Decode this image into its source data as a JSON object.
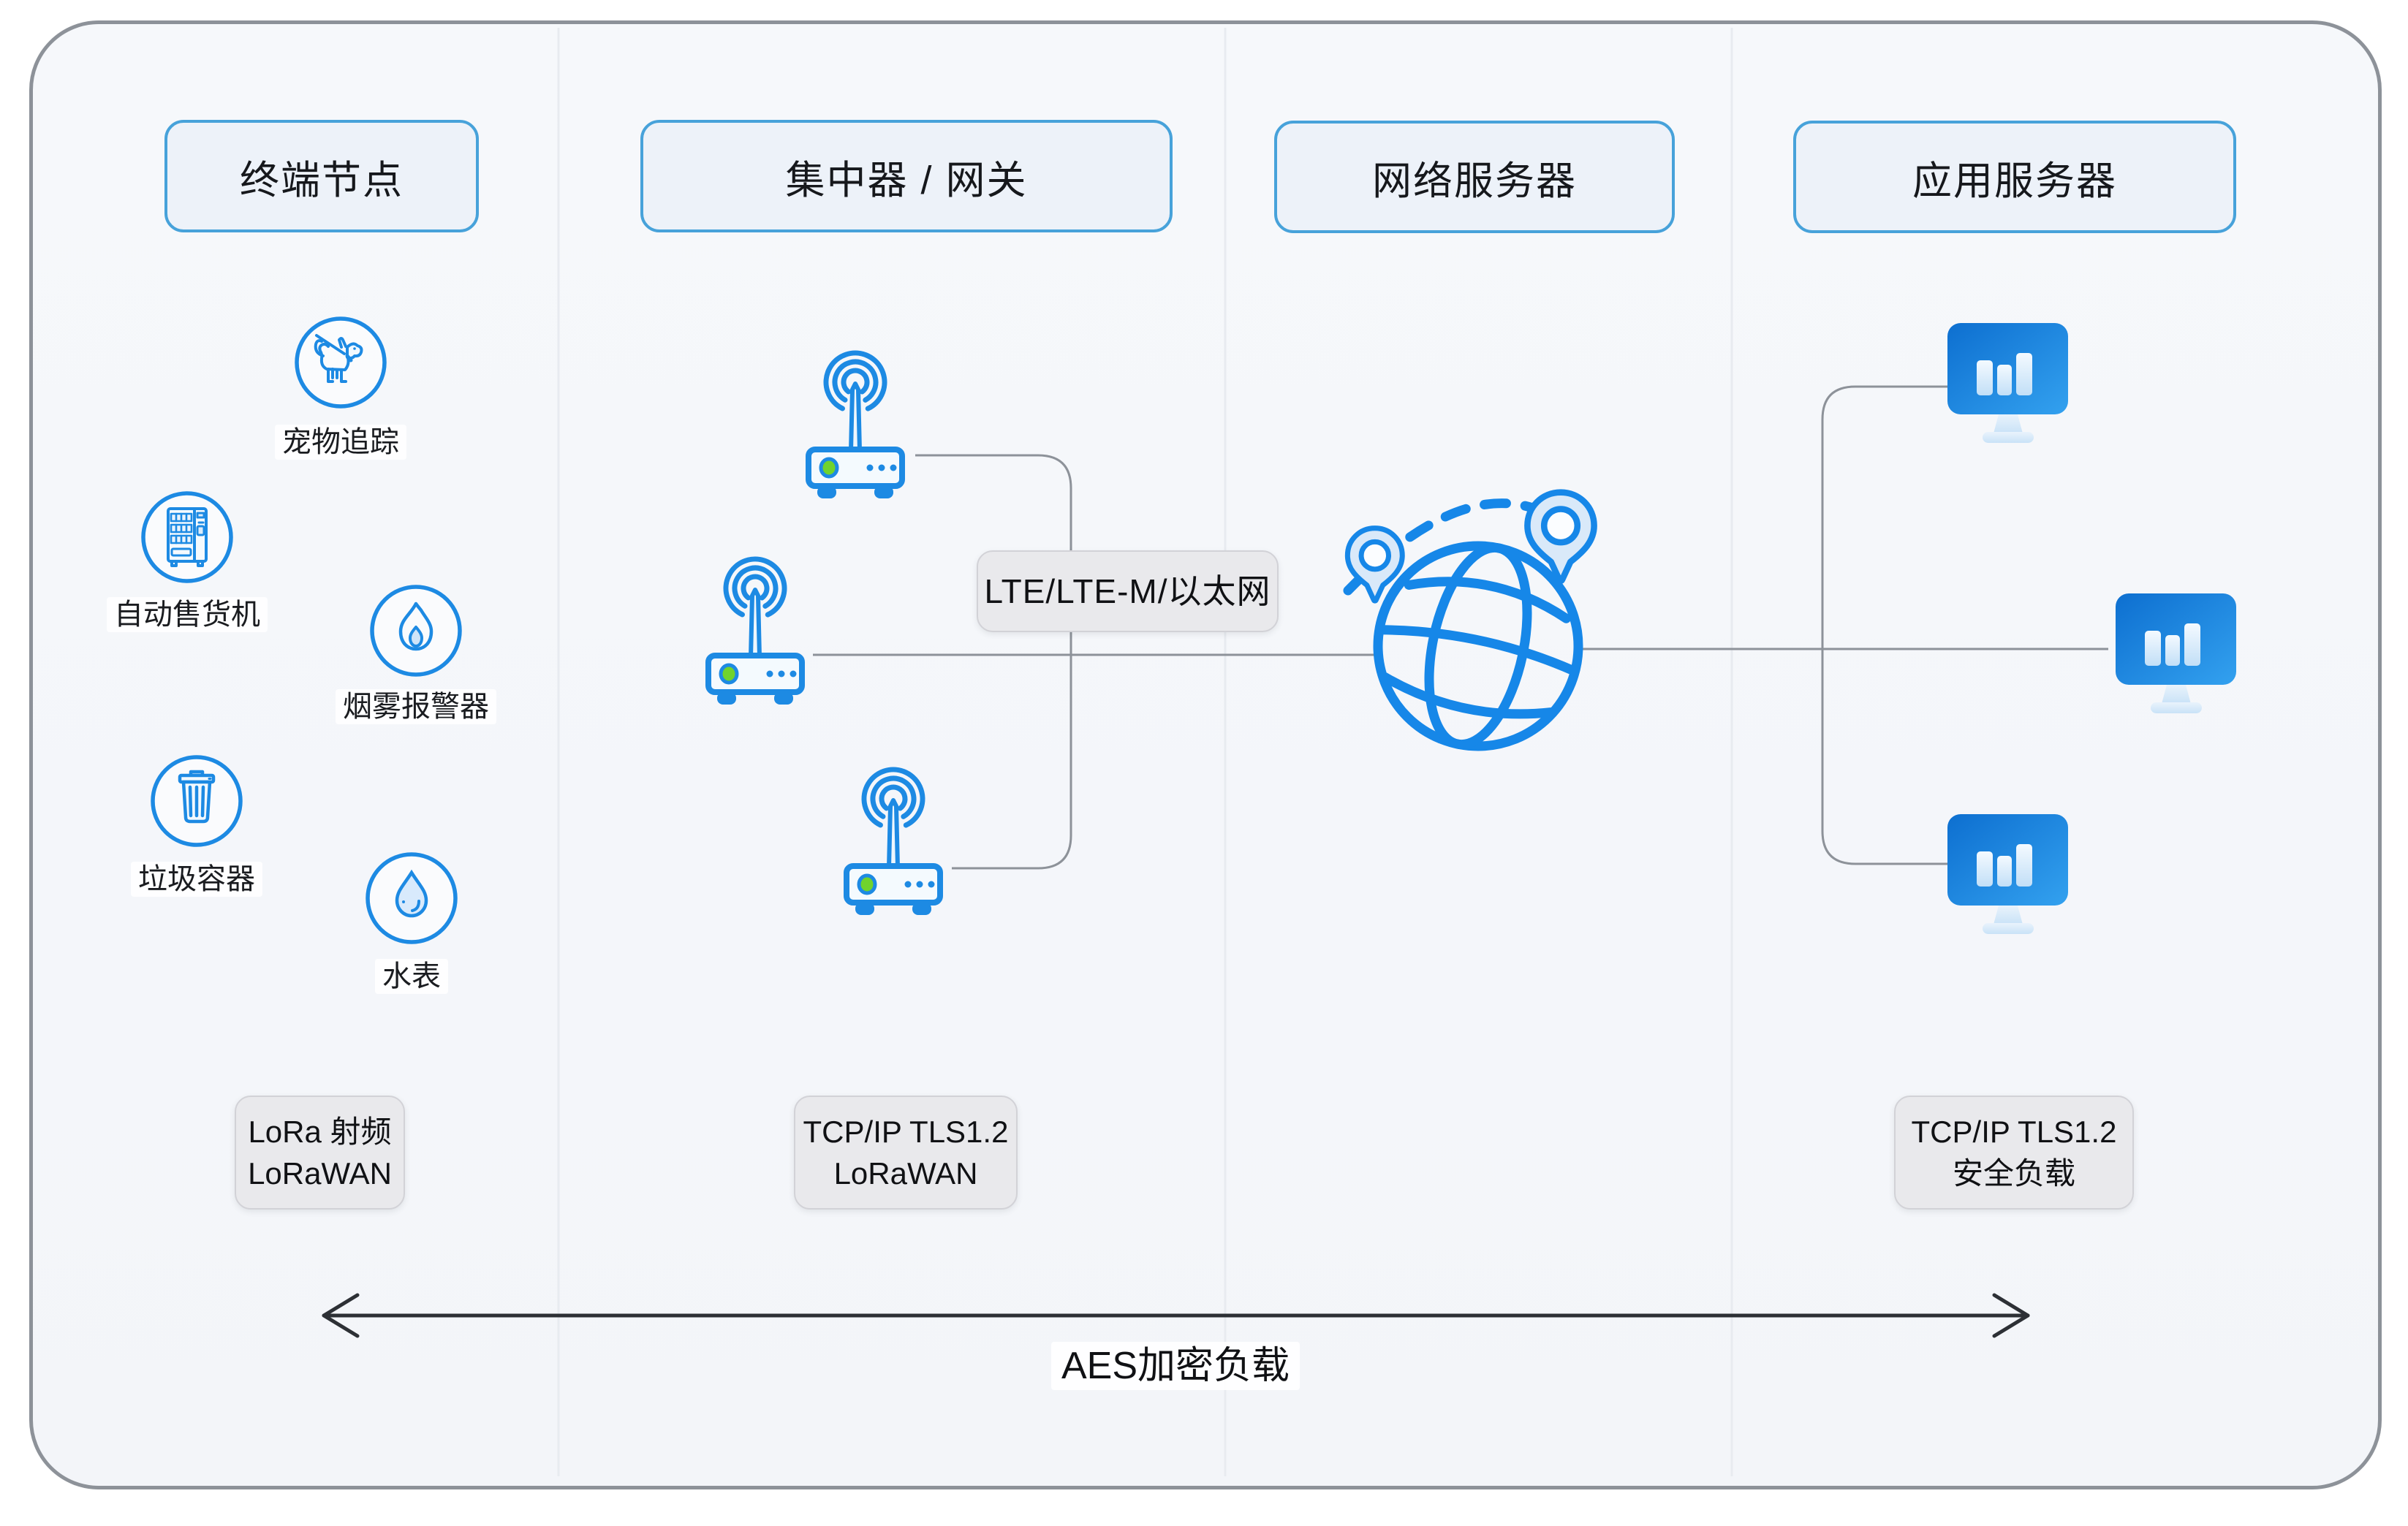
{
  "columns": [
    {
      "header": "终端节点",
      "devices": [
        {
          "icon": "dog-icon",
          "label": "宠物追踪"
        },
        {
          "icon": "vending-machine-icon",
          "label": "自动售货机"
        },
        {
          "icon": "flame-icon",
          "label": "烟雾报警器"
        },
        {
          "icon": "trash-bin-icon",
          "label": "垃圾容器"
        },
        {
          "icon": "water-drop-icon",
          "label": "水表"
        }
      ],
      "protocol_lines": [
        "LoRa 射频",
        "LoRaWAN"
      ]
    },
    {
      "header": "集中器 / 网关",
      "gateway_count": 3,
      "uplink_label": "LTE/LTE-M/以太网",
      "protocol_lines": [
        "TCP/IP TLS1.2",
        "LoRaWAN"
      ]
    },
    {
      "header": "网络服务器"
    },
    {
      "header": "应用服务器",
      "server_count": 3,
      "protocol_lines": [
        "TCP/IP TLS1.2",
        "安全负载"
      ]
    }
  ],
  "footer": {
    "arrow_label": "AES加密负载"
  },
  "colors": {
    "icon_blue": "#1d8ae3",
    "led_green": "#70d32d",
    "header_border": "#47a2da",
    "header_bg": "#edf2f9",
    "label_box_bg": "#e9e9ec",
    "connector_gray": "#8d9299",
    "canvas_bg": "#f5f7fa",
    "canvas_border": "#8d9299",
    "monitor_gradient_start": "#0d6fd0",
    "monitor_gradient_end": "#33a1ef",
    "arrow_color": "#2d3035"
  }
}
